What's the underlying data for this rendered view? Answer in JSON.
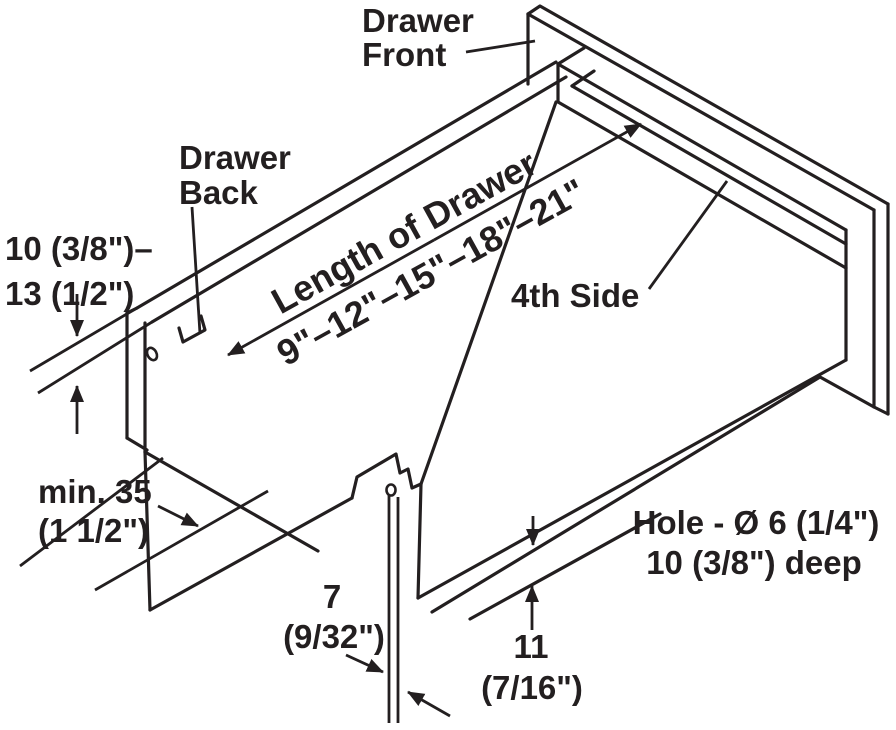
{
  "diagram": {
    "type": "isometric-technical-drawing",
    "subject": "wooden drawer with runner system - installation dimensions",
    "line_color": "#231f20",
    "background": "#ffffff",
    "labels": {
      "drawer_front_line1": "Drawer",
      "drawer_front_line2": "Front",
      "drawer_back_line1": "Drawer",
      "drawer_back_line2": "Back",
      "fourth_side": "4th Side",
      "length_title": "Length of Drawer",
      "length_values": "9\"–12\"–15\"–18\"–21\""
    },
    "dimensions": {
      "side_top_thickness_line1": "10 (3/8\")–",
      "side_top_thickness_line2": "13 (1/2\")",
      "back_min_height_line1": "min. 35",
      "back_min_height_line2": "(1 1/2\")",
      "hole_front_offset_line1": "7",
      "hole_front_offset_line2": "(9/32\")",
      "bottom_recess_line1": "11",
      "bottom_recess_line2": "(7/16\")",
      "hole_spec_line1": "Hole - Ø 6 (1/4\")",
      "hole_spec_line2": "10 (3/8\") deep"
    }
  }
}
